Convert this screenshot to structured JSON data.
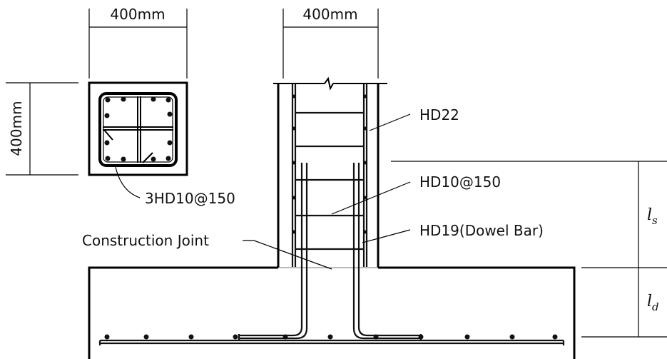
{
  "section": {
    "width_label": "400mm",
    "height_label": "400mm",
    "tie_label": "3HD10@150"
  },
  "column": {
    "width_label": "400mm"
  },
  "callouts": {
    "main_bar": "HD22",
    "tie": "HD10@150",
    "dowel": "HD19(Dowel Bar)",
    "joint": "Construction Joint"
  },
  "lengths": {
    "splice": {
      "symbol": "l",
      "subscript": "s"
    },
    "development": {
      "symbol": "l",
      "subscript": "d"
    }
  },
  "colors": {
    "line": "#000000",
    "background": "#ffffff"
  }
}
